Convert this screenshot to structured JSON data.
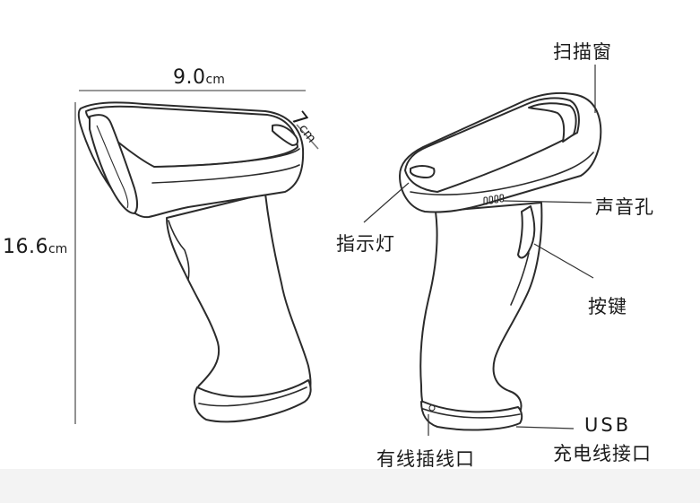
{
  "dimensions": {
    "width": {
      "value": "9.0",
      "unit": "cm"
    },
    "depth": {
      "value": "7",
      "unit": "cm"
    },
    "height": {
      "value": "16.6",
      "unit": "cm"
    }
  },
  "callouts": {
    "scan_window": "扫描窗",
    "sound_hole": "声音孔",
    "indicator_light": "指示灯",
    "button": "按键",
    "usb_line1": "USB",
    "usb_line2": "充电线接口",
    "wired_port": "有线插线口"
  },
  "colors": {
    "line": "#2b2b2b",
    "background": "#ffffff",
    "band": "#f3f3f3"
  }
}
